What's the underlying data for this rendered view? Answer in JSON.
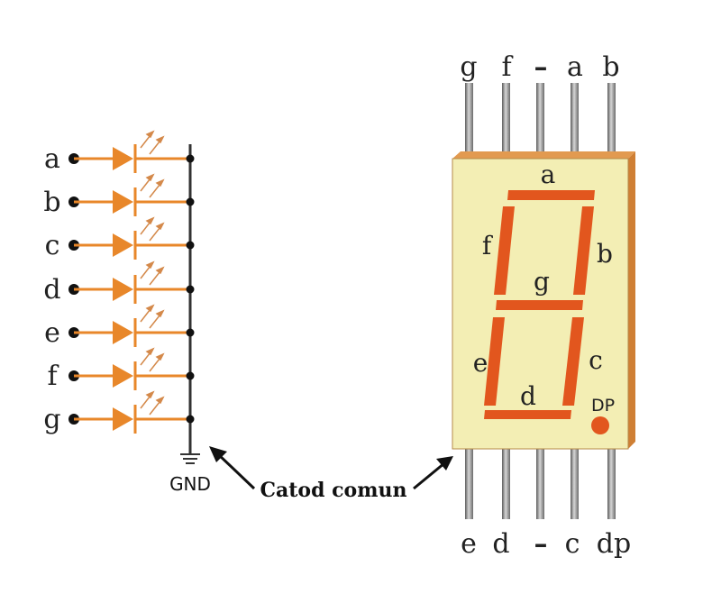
{
  "colors": {
    "led_orange": "#e8872a",
    "segment_red": "#e2561e",
    "display_face": "#f3eeb4",
    "display_edge": "#d58536",
    "pin_gray": "#8c8c8c",
    "wire_dark": "#111111"
  },
  "circuit": {
    "leds": [
      {
        "label": "a"
      },
      {
        "label": "b"
      },
      {
        "label": "c"
      },
      {
        "label": "d"
      },
      {
        "label": "e"
      },
      {
        "label": "f"
      },
      {
        "label": "g"
      }
    ],
    "ground_label": "GND"
  },
  "annotation": {
    "common_cathode_label": "Catod comun"
  },
  "display": {
    "top_pins": [
      "g",
      "f",
      "–",
      "a",
      "b"
    ],
    "bottom_pins": [
      "e",
      "d",
      "–",
      "c",
      "dp"
    ],
    "segments": {
      "a": "a",
      "b": "b",
      "c": "c",
      "d": "d",
      "e": "e",
      "f": "f",
      "g": "g",
      "dp": "DP"
    }
  }
}
